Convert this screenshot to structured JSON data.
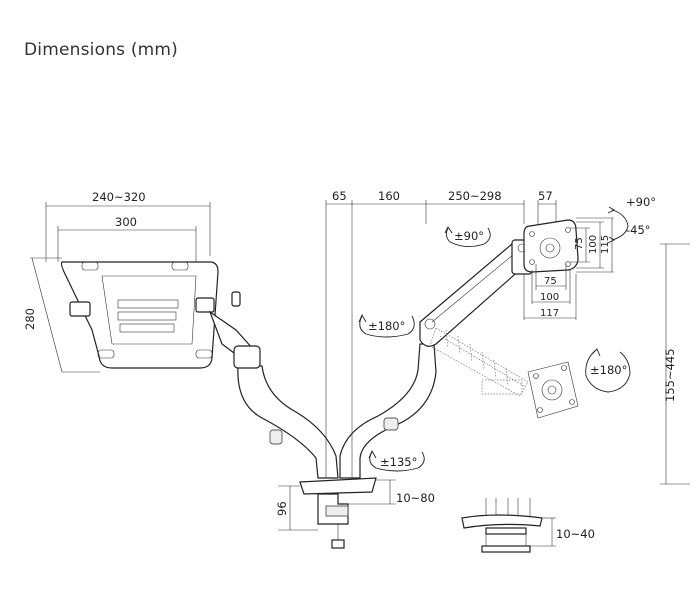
{
  "title": "Dimensions (mm)",
  "labels": {
    "width_range": "240~320",
    "width_300": "300",
    "depth_280": "280",
    "d65": "65",
    "d160": "160",
    "reach": "250~298",
    "d57": "57",
    "tilt_up": "+90°",
    "tilt_down": "-45°",
    "rot90": "±90°",
    "rot180_left": "±180°",
    "rot180_right": "±180°",
    "rot135": "±135°",
    "vesa75v": "75",
    "vesa100v": "100",
    "vesa115v": "115",
    "vesa75h": "75",
    "vesa100h": "100",
    "vesa117h": "117",
    "height_range": "155~445",
    "base96": "96",
    "clamp": "10~80",
    "grommet": "10~40"
  }
}
